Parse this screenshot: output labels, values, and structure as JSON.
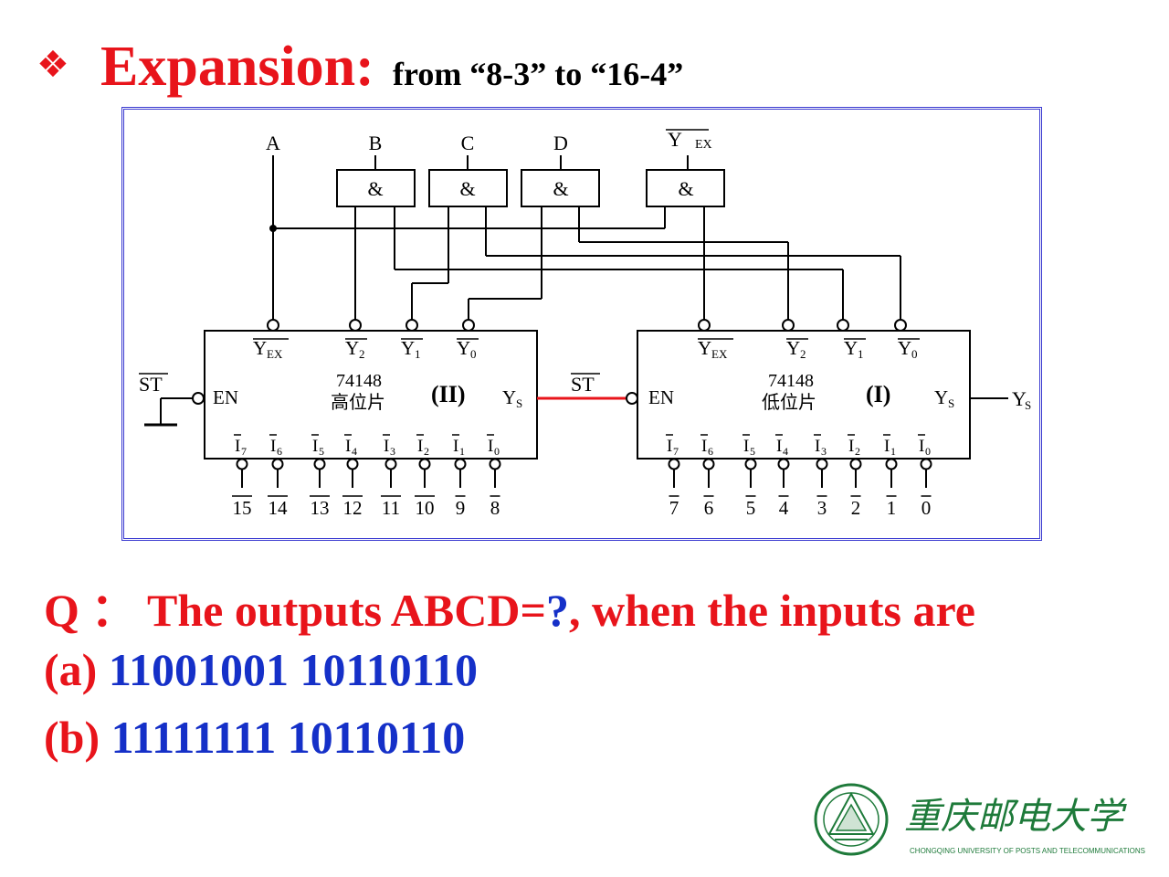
{
  "title": {
    "bullet": "❖",
    "main": "Expansion:",
    "sub": "from “8-3” to “16-4”"
  },
  "diagram": {
    "top_labels": {
      "a": "A",
      "b": "B",
      "c": "C",
      "d": "D",
      "yex": "Y",
      "yex_sub": "EX"
    },
    "and_symbol": "&",
    "chip_high": {
      "name": "74148",
      "cn": "高位片",
      "tag": "(II)",
      "out_yex": "Y",
      "out_yex_sub": "EX",
      "out_y2": "Y",
      "out_y2_sub": "2",
      "out_y1": "Y",
      "out_y1_sub": "1",
      "out_y0": "Y",
      "out_y0_sub": "0",
      "en": "EN",
      "ys": "Y",
      "ys_sub": "S",
      "in_names": [
        "I",
        "I",
        "I",
        "I",
        "I",
        "I",
        "I",
        "I"
      ],
      "in_subs": [
        "7",
        "6",
        "5",
        "4",
        "3",
        "2",
        "1",
        "0"
      ],
      "pins": [
        "15",
        "14",
        "13",
        "12",
        "11",
        "10",
        "9",
        "8"
      ]
    },
    "chip_low": {
      "name": "74148",
      "cn": "低位片",
      "tag": "(I)",
      "out_yex": "Y",
      "out_yex_sub": "EX",
      "out_y2": "Y",
      "out_y2_sub": "2",
      "out_y1": "Y",
      "out_y1_sub": "1",
      "out_y0": "Y",
      "out_y0_sub": "0",
      "en": "EN",
      "ys": "Y",
      "ys_sub": "S",
      "in_names": [
        "I",
        "I",
        "I",
        "I",
        "I",
        "I",
        "I",
        "I"
      ],
      "in_subs": [
        "7",
        "6",
        "5",
        "4",
        "3",
        "2",
        "1",
        "0"
      ],
      "pins": [
        "7",
        "6",
        "5",
        "4",
        "3",
        "2",
        "1",
        "0"
      ]
    },
    "st_left": "ST",
    "st_mid": "ST",
    "ys_out": "Y",
    "ys_out_sub": "S"
  },
  "question": {
    "q_prefix": "Q ：",
    "q_part1": "The outputs ABCD=",
    "q_mark": "?",
    "q_part2": ", when the inputs are",
    "a_label": "(a)",
    "a_value": "11001001 10110110",
    "b_label": "(b)",
    "b_value": "11111111 10110110"
  },
  "logo": {
    "cn_name": "重庆邮电大学",
    "en_name": "CHONGQING UNIVERSITY OF POSTS AND TELECOMMUNICATIONS"
  },
  "colors": {
    "title_red": "#e8141b",
    "value_blue": "#1530c8",
    "frame_blue": "#3a3ad0",
    "wire_red": "#e8141b",
    "logo_green": "#1e7a3a"
  }
}
